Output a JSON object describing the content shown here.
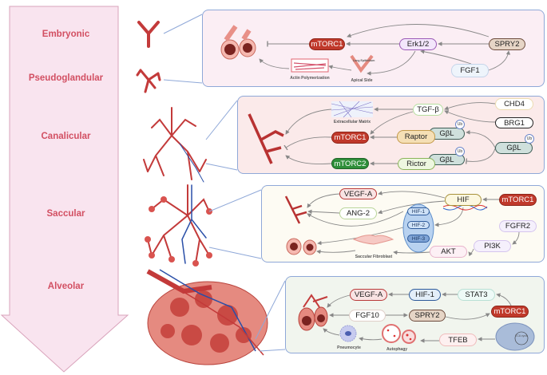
{
  "stages": [
    "Embryonic",
    "Pseudoglandular",
    "Canalicular",
    "Saccular",
    "Alveolar"
  ],
  "colors": {
    "stage_text": "#d24f62",
    "arrow_fill": "#f9e4ef",
    "mtorc1": "#c0392b",
    "mtorc2": "#2f8f3a",
    "panel_border": "#8fa8d8"
  },
  "panel1": {
    "mtorc1": "mTORC1",
    "erk": "Erk1/2",
    "spry2": "SPRY2",
    "fgf1": "FGF1",
    "actin": "Actin Polymerization",
    "epithelium": "Lung Epithelium",
    "apical": "Apical Side"
  },
  "panel2": {
    "tgfb": "TGF-β",
    "chd4": "CHD4",
    "brg1": "BRG1",
    "ecm": "Extracellular Matrix",
    "mtorc1": "mTORC1",
    "mtorc2": "mTORC2",
    "raptor": "Raptor",
    "rictor": "Rictor",
    "gbl": "GβL",
    "ub": "Ub"
  },
  "panel3": {
    "vegfa": "VEGF-A",
    "ang2": "ANG-2",
    "hif": "HIF",
    "mtorc1": "mTORC1",
    "hif1": "HIF-1",
    "hif2": "HIF-2",
    "hif3": "HIF-3",
    "fgfr2": "FGFR2",
    "pi3k": "PI3K",
    "akt": "AKT",
    "fibroblast": "Saccular Fibroblast"
  },
  "panel4": {
    "vegfa": "VEGF-A",
    "hif1": "HIF-1",
    "stat3": "STAT3",
    "mtorc1": "mTORC1",
    "fgf10": "FGF10",
    "spry2": "SPRY2",
    "tfeb": "TFEB",
    "tca": "TCA cycle",
    "autophagy": "Autophagy",
    "pneumocyte": "Pneumocyte"
  }
}
